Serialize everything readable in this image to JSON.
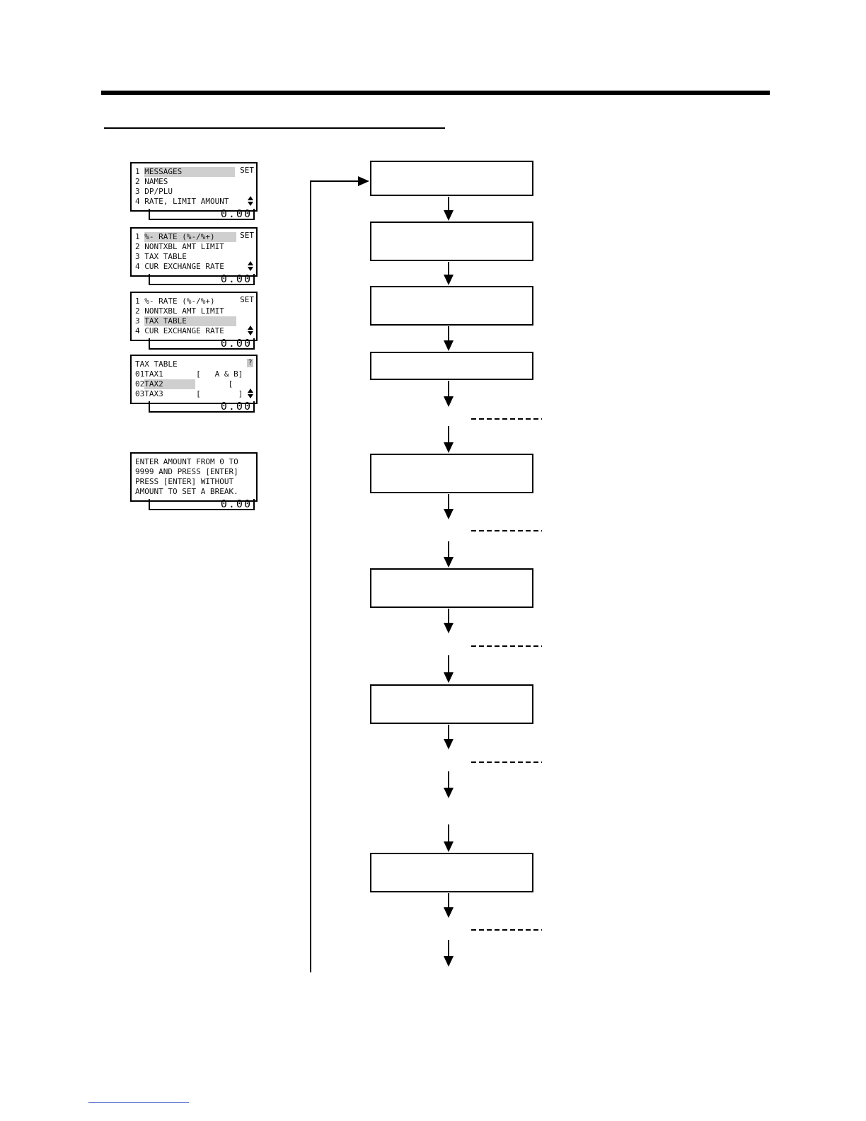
{
  "screens": [
    {
      "lines": [
        "1 MESSAGES",
        "2 NAMES",
        "3 DP/PLU",
        "4 RATE, LIMIT AMOUNT"
      ],
      "highlight_line": 0,
      "corner": "SET",
      "scroll_icon": "up-down-arrow-icon",
      "amount": "0.00"
    },
    {
      "lines": [
        "1 %- RATE (%-/%+)",
        "2 NONTXBL AMT LIMIT",
        "3 TAX TABLE",
        "4 CUR EXCHANGE RATE"
      ],
      "highlight_line": 0,
      "corner": "SET",
      "scroll_icon": "up-down-arrow-icon",
      "amount": "0.00"
    },
    {
      "lines": [
        "1 %- RATE (%-/%+)",
        "2 NONTXBL AMT LIMIT",
        "3 TAX TABLE",
        "4 CUR EXCHANGE RATE"
      ],
      "highlight_line": 2,
      "corner": "SET",
      "scroll_icon": "up-down-arrow-icon",
      "amount": "0.00"
    },
    {
      "lines": [
        "TAX TABLE",
        "01TAX1       [   A & B]",
        "02TAX2       [        ]",
        "03TAX3       [        ]"
      ],
      "highlight_line": 2,
      "corner": "?",
      "scroll_icon": "up-down-arrow-icon",
      "amount": "0.00"
    },
    {
      "lines": [
        "ENTER AMOUNT FROM 0 TO",
        "9999 AND PRESS [ENTER]",
        "PRESS [ENTER] WITHOUT",
        "AMOUNT TO SET A BREAK."
      ],
      "highlight_line": null,
      "corner": "",
      "scroll_icon": "",
      "amount": "0.00"
    }
  ],
  "colors": {
    "ink": "#000000",
    "highlight": "#cfcfcf",
    "footer_rule": "#3b55c9"
  }
}
